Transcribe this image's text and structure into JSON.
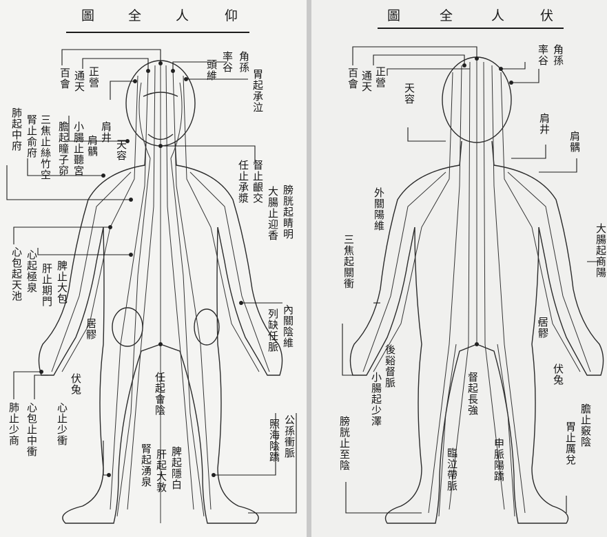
{
  "left_panel": {
    "title_chars": [
      "圖",
      "全",
      "人",
      "仰"
    ],
    "labels": {
      "baihui": "百會",
      "tongtian": "通天",
      "zhengying": "正營",
      "jiaosun": "角孫",
      "shuaigu": "率谷",
      "touwei": "頭維",
      "wei_chengqi": "胃起承泣",
      "fei_zhongfu": "肺起中府",
      "sanjiao": "三焦止絲竹空",
      "shen_shufu": "腎止俞府",
      "dan_tongziliao": "膽起瞳子窌",
      "xiaochang_tinggong": "小腸止聽宮",
      "jianjing": "肩井",
      "jianyu": "肩髃",
      "tianrong": "天容",
      "ren_chengjiang": "任止承漿",
      "du_yinjiao": "督止齦交",
      "dachang_yingxiang": "大腸止迎香",
      "pangguang_jingming": "膀胱起睛明",
      "xinbao_tianchi": "心包起天池",
      "xin_jiquan": "心起極泉",
      "gan_qimen": "肝止期門",
      "pi_dabao": "脾止大包",
      "juliao": "居髎",
      "neiguan": "內關陰維",
      "lieque": "列缺任脈",
      "futu": "伏兔",
      "xin_shaochong": "心止少衝",
      "xinbao_zhongchong": "心包止中衝",
      "fei_shaoshang": "肺止少商",
      "ren_huiyin": "任起會陰",
      "shen_yongquan": "腎起湧泉",
      "gan_dadun": "肝起大敦",
      "pi_yinbai": "脾起隱白",
      "gongsun": "公孫衝脈",
      "zhaohai": "照海陰蹻"
    }
  },
  "right_panel": {
    "title_chars": [
      "圖",
      "全",
      "人",
      "伏"
    ],
    "labels": {
      "baihui": "百會",
      "tongtian": "通天",
      "zhengying": "正營",
      "tianrong": "天容",
      "shuaigu": "率谷",
      "jiaosun": "角孫",
      "jianjing": "肩井",
      "jianyu": "肩髃",
      "waiguan": "外關陽維",
      "sanjiao_guanchong": "三焦起關衝",
      "dachang_shangyang": "大腸起商陽",
      "juliao": "居髎",
      "houxi": "後谿督脈",
      "xiaochang_shaoze": "小腸起少澤",
      "du_changqiang": "督起長強",
      "futu": "伏兔",
      "pangguang_zhiyin": "膀胱止至陰",
      "linqi": "臨泣帶脈",
      "shenmai": "申脈陽蹻",
      "wei_lidui": "胃止厲兌",
      "dan_qiaoyin": "膽止竅陰"
    }
  }
}
